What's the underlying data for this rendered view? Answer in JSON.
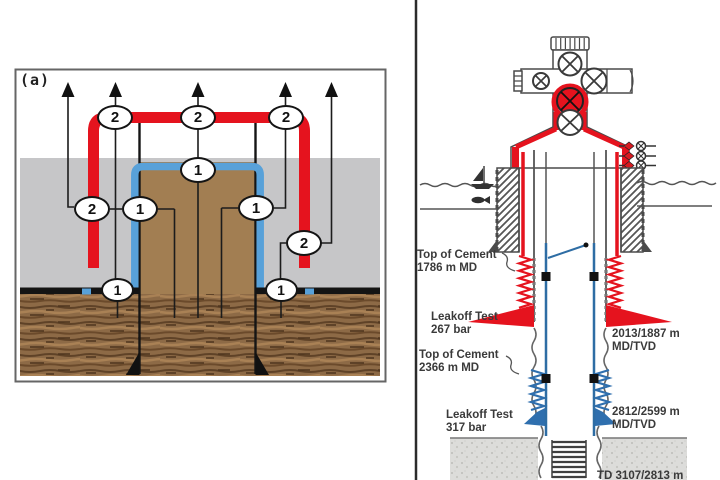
{
  "panel_a": {
    "label": "(a)",
    "markers": [
      {
        "n": "2"
      },
      {
        "n": "2"
      },
      {
        "n": "2"
      },
      {
        "n": "1"
      },
      {
        "n": "2"
      },
      {
        "n": "1"
      },
      {
        "n": "1"
      },
      {
        "n": "2"
      },
      {
        "n": "1"
      },
      {
        "n": "1"
      }
    ],
    "colors": {
      "flow_red": "#e5131e",
      "cement_blue": "#58a1d9",
      "caprock_gray": "#c6c6c8",
      "formation_brown": "#8d6a46",
      "seal_black": "#141414"
    }
  },
  "panel_b": {
    "annotations": {
      "toc1": {
        "title": "Top of Cement",
        "value": "1786 m MD"
      },
      "lot1": {
        "title": "Leakoff Test",
        "value": "267 bar"
      },
      "shoe1": {
        "title": "2013/1887 m",
        "value": "MD/TVD"
      },
      "toc2": {
        "title": "Top of Cement",
        "value": "2366 m MD"
      },
      "lot2": {
        "title": "Leakoff Test",
        "value": "317 bar"
      },
      "shoe2": {
        "title": "2812/2599 m",
        "value": "MD/TVD"
      },
      "td": {
        "title": "TD 3107/2813 m"
      }
    },
    "icons": {
      "valves": "valve-cross-icon",
      "boat": "sailboat-icon",
      "fish": "fish-icon",
      "wing_valves": "side-outlet-valve-icon"
    },
    "colors": {
      "annulus_red": "#e5131e",
      "cement_blue": "#2f6fae",
      "line_gray": "#4a4a4a"
    }
  }
}
